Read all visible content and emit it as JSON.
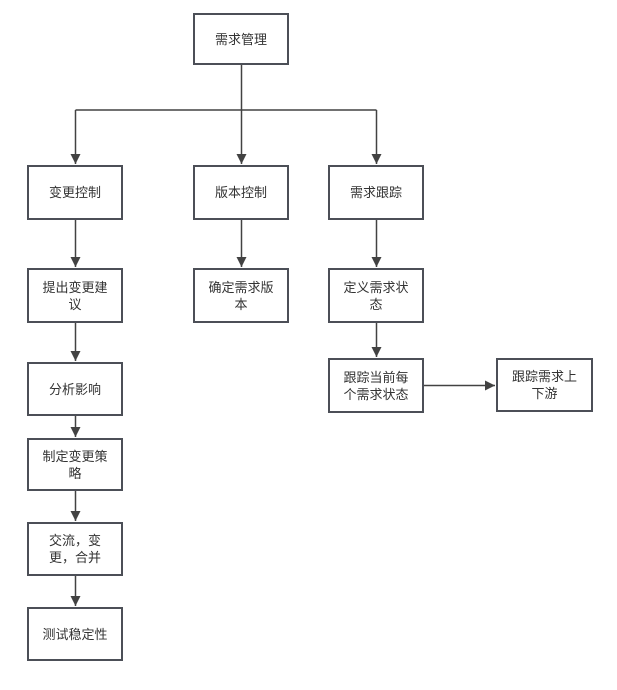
{
  "diagram": {
    "type": "flowchart",
    "colors": {
      "background": "#ffffff",
      "node_fill": "#ffffff",
      "node_border": "#4c4f57",
      "edge_line": "#424242",
      "text": "#333333"
    },
    "nodes": [
      {
        "id": "requirement-management",
        "label": "需求管理"
      },
      {
        "id": "change-control",
        "label": "变更控制"
      },
      {
        "id": "version-control",
        "label": "版本控制"
      },
      {
        "id": "requirement-tracking",
        "label": "需求跟踪"
      },
      {
        "id": "propose-change-suggestion",
        "label": "提出变更建\n议"
      },
      {
        "id": "determine-requirement-version",
        "label": "确定需求版\n本"
      },
      {
        "id": "define-requirement-status",
        "label": "定义需求状\n态"
      },
      {
        "id": "analyze-impact",
        "label": "分析影响"
      },
      {
        "id": "track-current-requirement-status",
        "label": "跟踪当前每\n个需求状态"
      },
      {
        "id": "track-requirement-upstream-downstream",
        "label": "跟踪需求上\n下游"
      },
      {
        "id": "formulate-change-strategy",
        "label": "制定变更策\n略"
      },
      {
        "id": "communicate-change-merge",
        "label": "交流，变\n更，合并"
      },
      {
        "id": "test-stability",
        "label": "测试稳定性"
      }
    ],
    "edges": [
      {
        "from": "requirement-management",
        "to": "change-control"
      },
      {
        "from": "requirement-management",
        "to": "version-control"
      },
      {
        "from": "requirement-management",
        "to": "requirement-tracking"
      },
      {
        "from": "change-control",
        "to": "propose-change-suggestion"
      },
      {
        "from": "propose-change-suggestion",
        "to": "analyze-impact"
      },
      {
        "from": "analyze-impact",
        "to": "formulate-change-strategy"
      },
      {
        "from": "formulate-change-strategy",
        "to": "communicate-change-merge"
      },
      {
        "from": "communicate-change-merge",
        "to": "test-stability"
      },
      {
        "from": "version-control",
        "to": "determine-requirement-version"
      },
      {
        "from": "requirement-tracking",
        "to": "define-requirement-status"
      },
      {
        "from": "define-requirement-status",
        "to": "track-current-requirement-status"
      },
      {
        "from": "track-current-requirement-status",
        "to": "track-requirement-upstream-downstream"
      }
    ]
  }
}
